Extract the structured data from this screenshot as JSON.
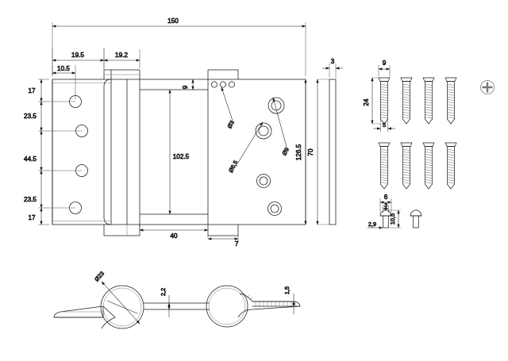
{
  "drawing": {
    "type": "technical-engineering-drawing",
    "subject": "double-action spring hinge with mounting screws and plugs",
    "units": "mm",
    "line_color": "#1a1a1a",
    "background_color": "#ffffff"
  },
  "views": {
    "main_front": {
      "name": "front-elevation-hinge",
      "dimensions": {
        "overall_width": "150",
        "left_edge_to_hole_1": "10.5",
        "left_edge_to_knuckle": "19.5",
        "knuckle_width": "19.2",
        "top_row_offset": "9",
        "leaf_height_inner": "102.5",
        "bottom_offset": "40",
        "bottom_step": "7",
        "overall_height": "126.5",
        "vertical_chain": [
          "17",
          "23.5",
          "44.5",
          "23.5",
          "17"
        ]
      },
      "hole_callouts": [
        {
          "label": "Ø3",
          "note": "top small row holes"
        },
        {
          "label": "Ø6,5",
          "note": "counterbored fixing hole"
        },
        {
          "label": "Ø9",
          "note": "counterbore diameter"
        }
      ]
    },
    "side_plate": {
      "name": "side-plate-section",
      "thickness": "3",
      "height": "70"
    },
    "screws": {
      "name": "screw-detail",
      "count": 8,
      "head_width": "9",
      "length": "24",
      "shank": "5",
      "head_symbol": "phillips-cross"
    },
    "plugs": {
      "name": "plug-detail",
      "top_width": "6",
      "shank_width": "3",
      "height": "10,5",
      "offset": "2,9"
    },
    "bottom_section": {
      "name": "bottom-plan-section",
      "barrel_diameter": "Ø23",
      "leaf_thickness": "2,2",
      "plate_thickness": "1,5"
    }
  }
}
